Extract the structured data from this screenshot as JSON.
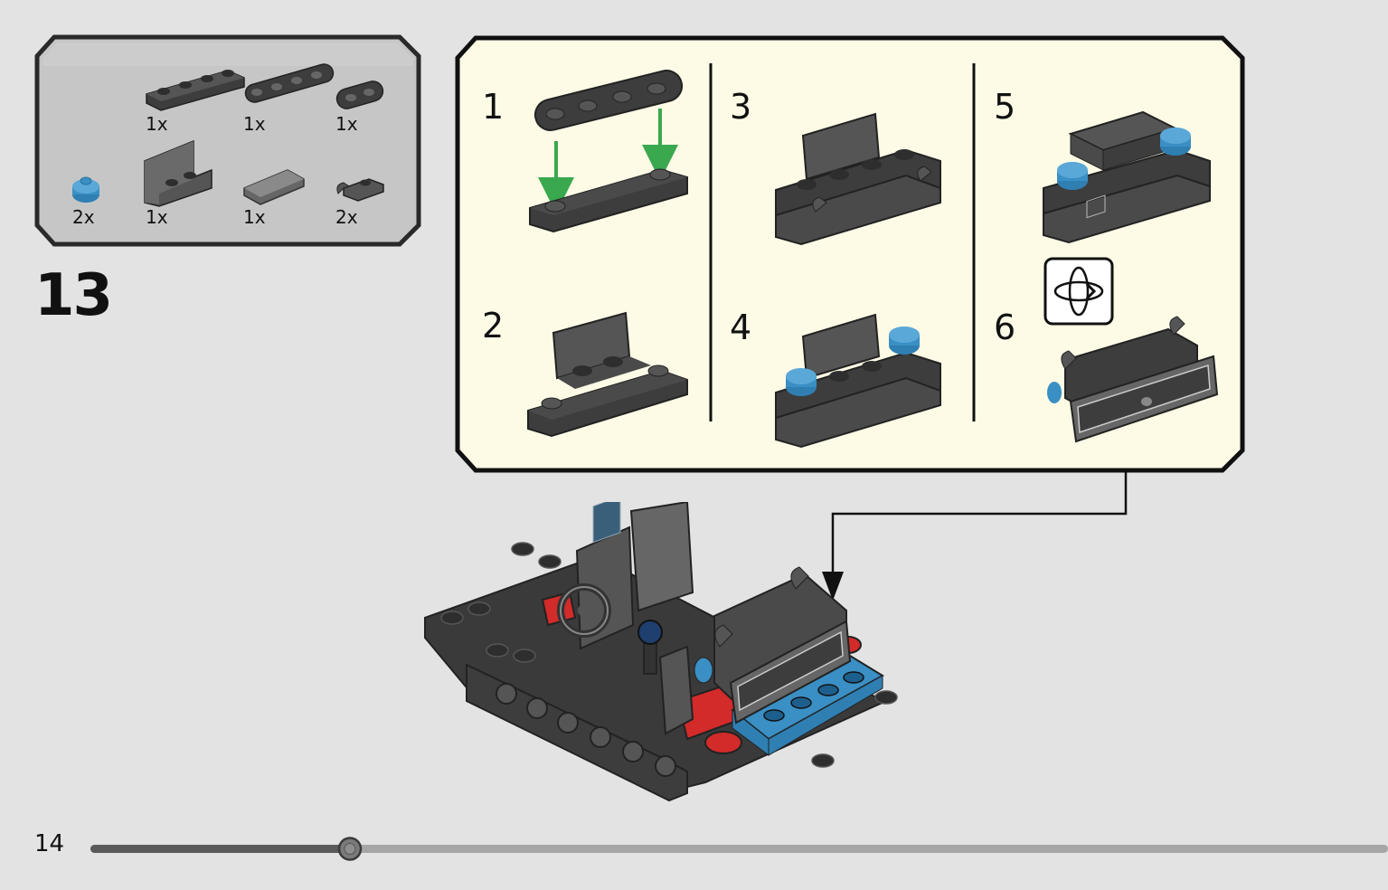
{
  "page_number": "14",
  "step_number": "13",
  "progress": 0.2,
  "colors": {
    "background": "#e3e3e3",
    "parts_box": "#c6c6c6",
    "sub_panel": "#fdfbe6",
    "part_dark": "#3d3d3d",
    "part_blue": "#3a8fc4",
    "part_red": "#d32a2a",
    "arrow_green": "#3aa84e"
  },
  "parts_list": [
    {
      "name": "plate-1x4",
      "qty": "1x"
    },
    {
      "name": "plate-1x4-rounded",
      "qty": "1x"
    },
    {
      "name": "plate-1x2-rounded",
      "qty": "1x"
    },
    {
      "name": "round-plate-1x1-blue",
      "qty": "2x"
    },
    {
      "name": "bracket-1x2",
      "qty": "1x"
    },
    {
      "name": "tile-1x2",
      "qty": "1x"
    },
    {
      "name": "plate-clip",
      "qty": "2x"
    }
  ],
  "substeps": [
    {
      "label": "1"
    },
    {
      "label": "2"
    },
    {
      "label": "3"
    },
    {
      "label": "4"
    },
    {
      "label": "5"
    },
    {
      "label": "6"
    }
  ],
  "rotate_icon": "rotate-model-icon"
}
